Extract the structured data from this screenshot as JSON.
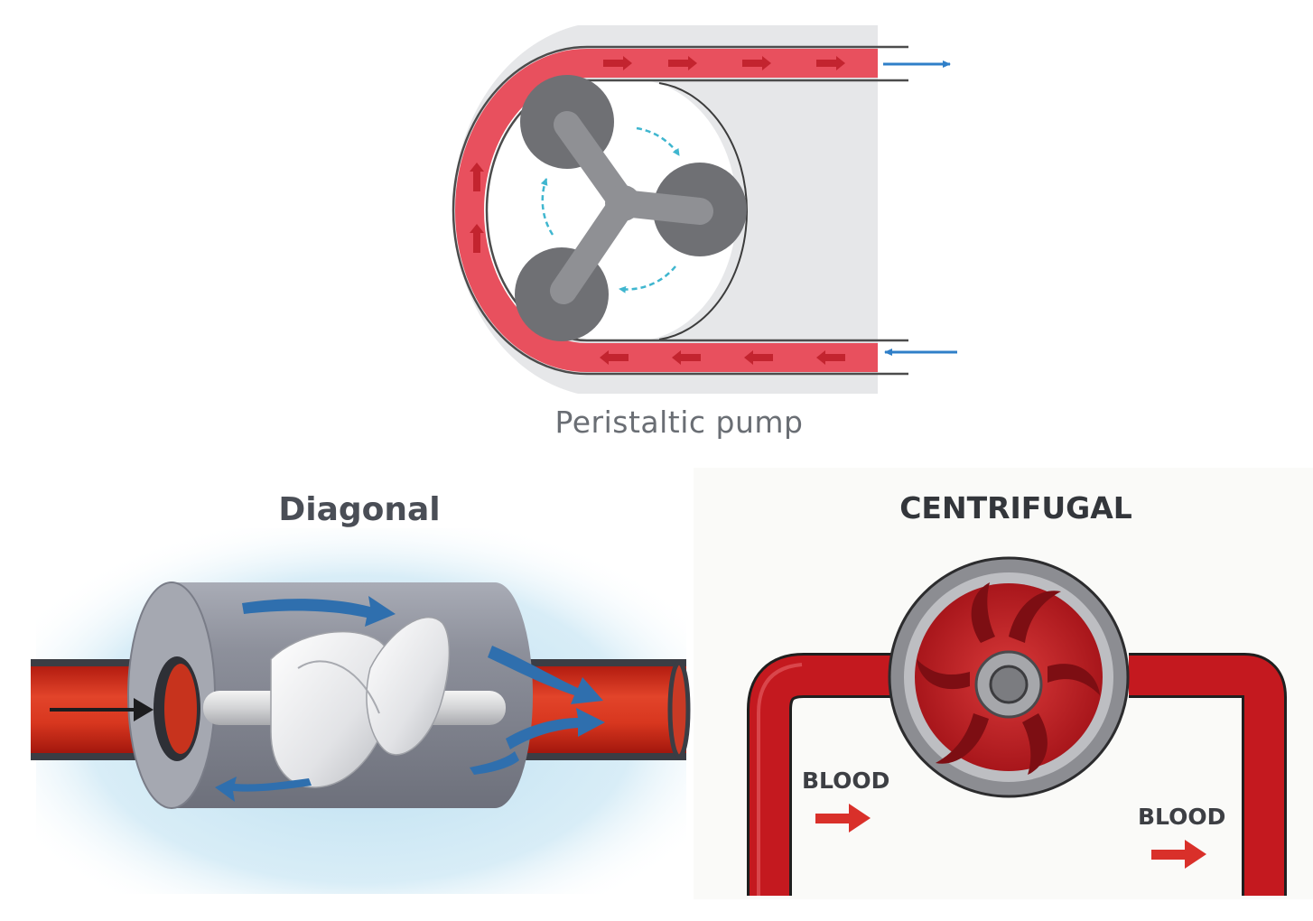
{
  "peristaltic": {
    "caption": "Peristaltic pump"
  },
  "diagonal": {
    "caption": "Diagonal"
  },
  "centrifugal": {
    "caption": "CENTRIFUGAL",
    "inlet_label": "BLOOD",
    "outlet_label": "BLOOD"
  },
  "colors": {
    "blood": "#c4191f",
    "tube_red": "#e8505e",
    "housing_gray": "#e6e7e9",
    "roller_gray": "#6f7074",
    "flow_blue": "#2f6fae",
    "rotation_teal": "#3fb6cf",
    "diagonal_glow": "#b9def0"
  },
  "icons": [
    "flow-arrow-icon",
    "rotation-arrow-icon",
    "impeller-icon",
    "roller-icon"
  ]
}
